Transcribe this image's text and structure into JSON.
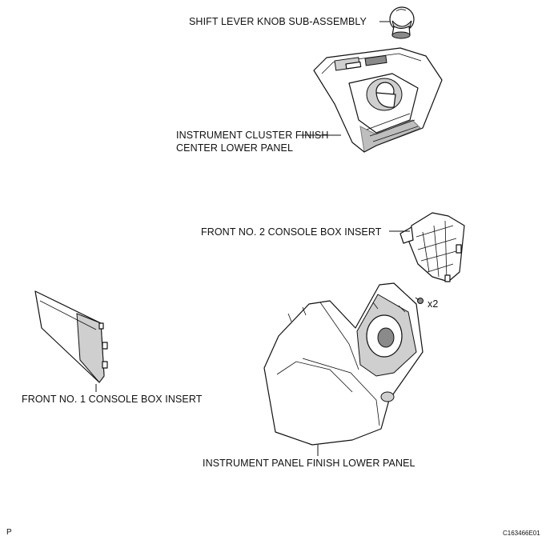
{
  "labels": {
    "shift_knob": "SHIFT LEVER KNOB SUB-ASSEMBLY",
    "cluster_panel_line1": "INSTRUMENT CLUSTER FINISH",
    "cluster_panel_line2": "CENTER LOWER PANEL",
    "console_insert_2": "FRONT NO. 2 CONSOLE BOX INSERT",
    "console_insert_1": "FRONT NO. 1 CONSOLE BOX INSERT",
    "lower_panel": "INSTRUMENT PANEL FINISH LOWER PANEL",
    "screw_qty": "x2"
  },
  "footer": {
    "page_mark": "P",
    "figure_code": "C163466E01"
  }
}
